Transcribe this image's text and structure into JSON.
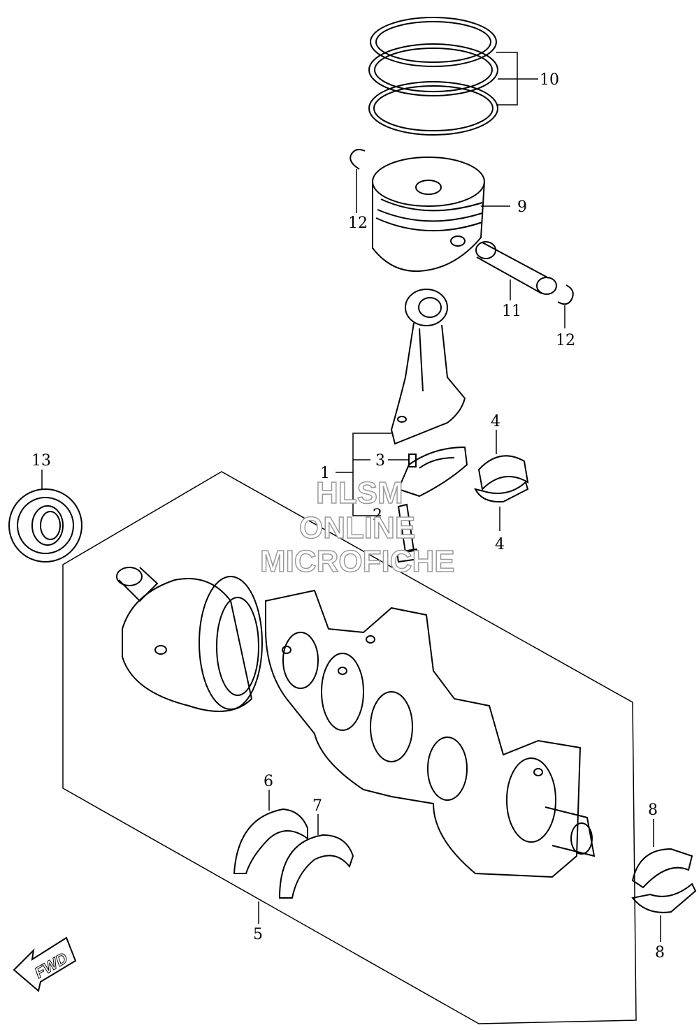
{
  "callouts": {
    "c1": "1",
    "c2": "2",
    "c3": "3",
    "c4a": "4",
    "c4b": "4",
    "c5": "5",
    "c6": "6",
    "c7": "7",
    "c8a": "8",
    "c8b": "8",
    "c9": "9",
    "c10": "10",
    "c11": "11",
    "c12a": "12",
    "c12b": "12",
    "c13": "13"
  },
  "watermark": {
    "line1": "HLSM",
    "line2": "ONLINE",
    "line3": "MICROFICHE"
  },
  "direction_badge": "FWD",
  "colors": {
    "line": "#000000",
    "watermark_stroke": "#9a9a9a",
    "background": "#ffffff"
  }
}
